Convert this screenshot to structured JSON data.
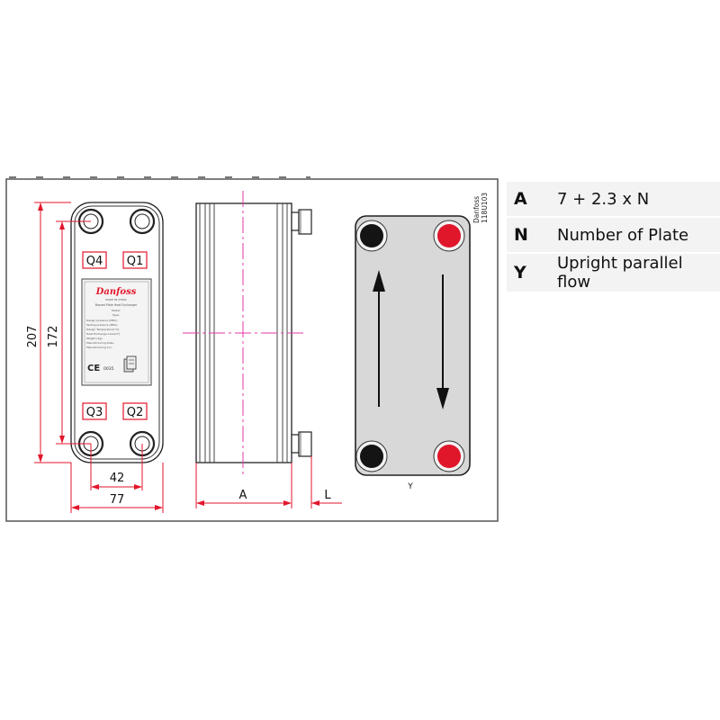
{
  "side_view": {
    "labels": {
      "dim_total": "207",
      "dim_ports": "172",
      "dim_port_spacing": "42",
      "dim_width": "77"
    },
    "ports": [
      {
        "id": "q4",
        "label": "Q4"
      },
      {
        "id": "q1",
        "label": "Q1"
      },
      {
        "id": "q3",
        "label": "Q3"
      },
      {
        "id": "q2",
        "label": "Q2"
      }
    ],
    "nameplate": {
      "brand": "Danfoss",
      "made_in": "MADE IN CHINA",
      "product": "Brazed Plate Heat Exchanger",
      "lines": [
        "Model:",
        "Type:",
        "Design pressure (MPa):",
        "Testing pressure (MPa):",
        "Design Temperature(°C):",
        "Heat Exchange Area(m²):",
        "Weight (kg):",
        "Manufacturing Date:",
        "Manufacturing S.C:"
      ],
      "ce_mark": "CE",
      "ce_number": "0035"
    }
  },
  "edge_view": {
    "labels": {
      "dim_a": "A",
      "dim_l": "L"
    }
  },
  "flow_view": {
    "drawing_id": [
      "Danfoss",
      "118U103"
    ],
    "flow_label": "Y",
    "colors": {
      "port_dark": "#141414",
      "port_hot": "#e0162b",
      "plate_fill": "#d8d8d8"
    }
  },
  "legend": [
    {
      "key": "A",
      "value": "7 + 2.3 x N"
    },
    {
      "key": "N",
      "value": "Number of Plate"
    },
    {
      "key": "Y",
      "value": "Upright parallel flow"
    }
  ],
  "colors": {
    "dimension": "#e3162b",
    "centerline": "#e23aa6",
    "outline": "#222222",
    "frame": "#555555"
  }
}
